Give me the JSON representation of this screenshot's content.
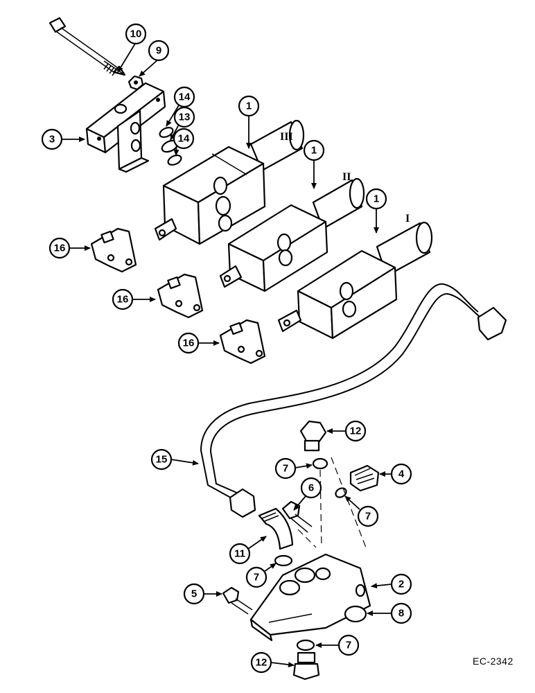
{
  "drawing_number": "EC-2342",
  "section_marks": [
    "III",
    "II",
    "I"
  ],
  "callouts": {
    "c1a": "1",
    "c1b": "1",
    "c1c": "1",
    "c2": "2",
    "c3": "3",
    "c4": "4",
    "c5": "5",
    "c6": "6",
    "c7a": "7",
    "c7b": "7",
    "c7c": "7",
    "c7d": "7",
    "c8": "8",
    "c9": "9",
    "c10": "10",
    "c11": "11",
    "c12a": "12",
    "c12b": "12",
    "c13": "13",
    "c14a": "14",
    "c14b": "14",
    "c15": "15",
    "c16a": "16",
    "c16b": "16",
    "c16c": "16"
  }
}
